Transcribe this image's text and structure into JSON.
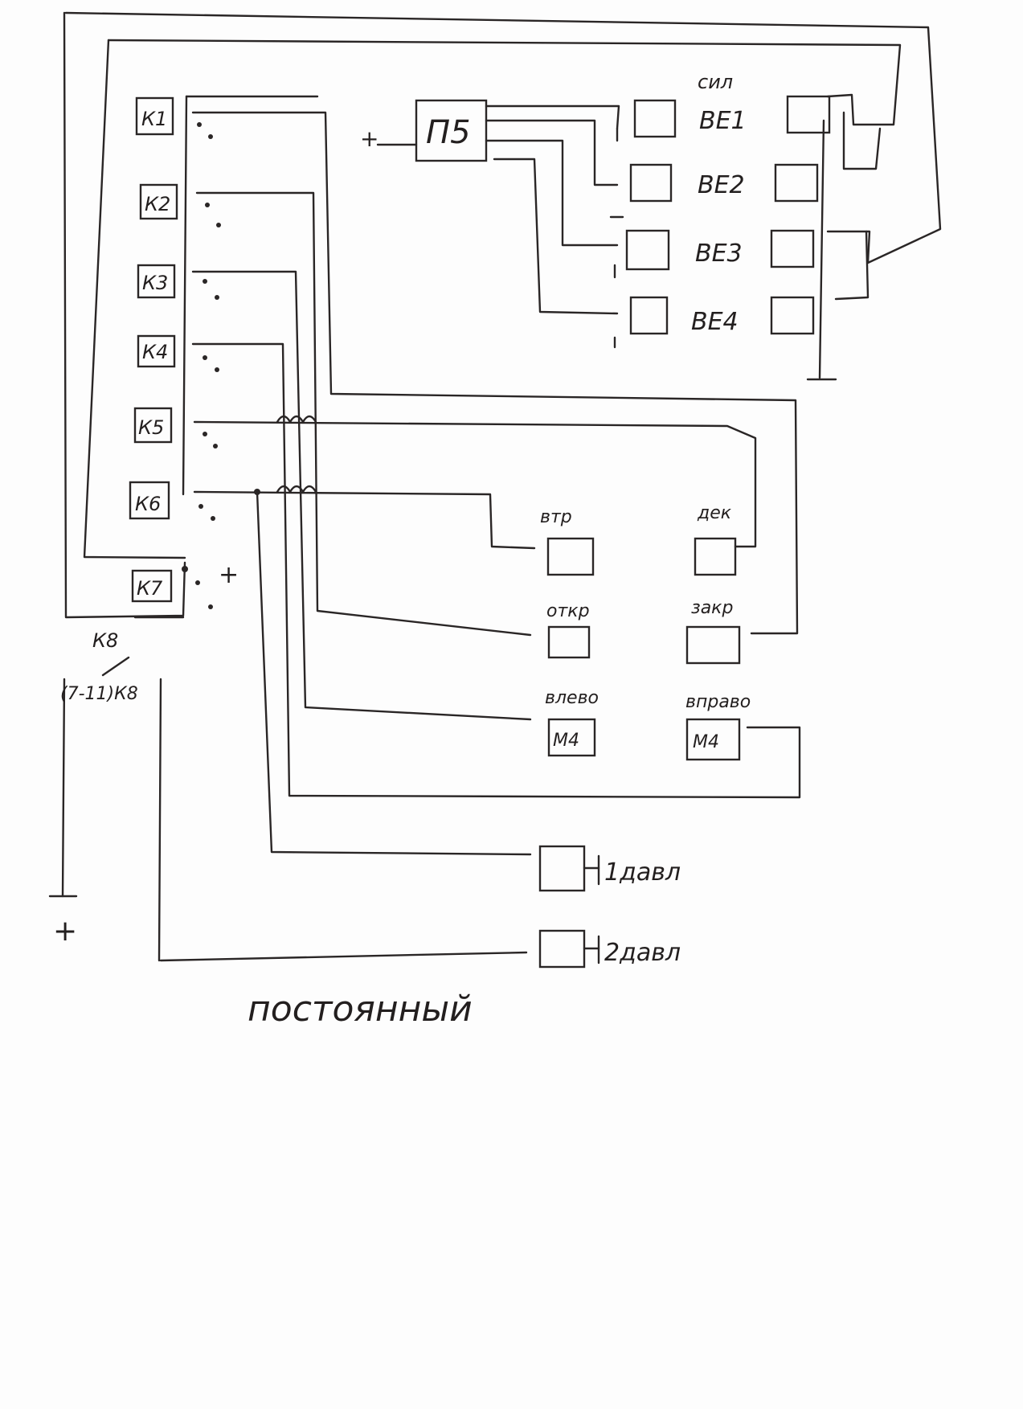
{
  "relays": [
    "К1",
    "К2",
    "К3",
    "К4",
    "К5",
    "К6",
    "К7"
  ],
  "k8": {
    "label": "К8",
    "note": "(7-11)К8"
  },
  "plus_signs": {
    "k7": "+",
    "p5": "+",
    "bottom_left": "+"
  },
  "p5": {
    "label": "П5"
  },
  "power_header": "сил",
  "ve": [
    "ВЕ1",
    "ВЕ2",
    "ВЕ3",
    "ВЕ4"
  ],
  "controls": {
    "vtr": "втр",
    "dek": "дек",
    "otkr": "откр",
    "zakr": "закр",
    "left": "влево",
    "right": "вправо",
    "m4_left": "М4",
    "m4_right": "М4"
  },
  "pressure": [
    "1давл",
    "2давл"
  ],
  "caption": "постоянный"
}
